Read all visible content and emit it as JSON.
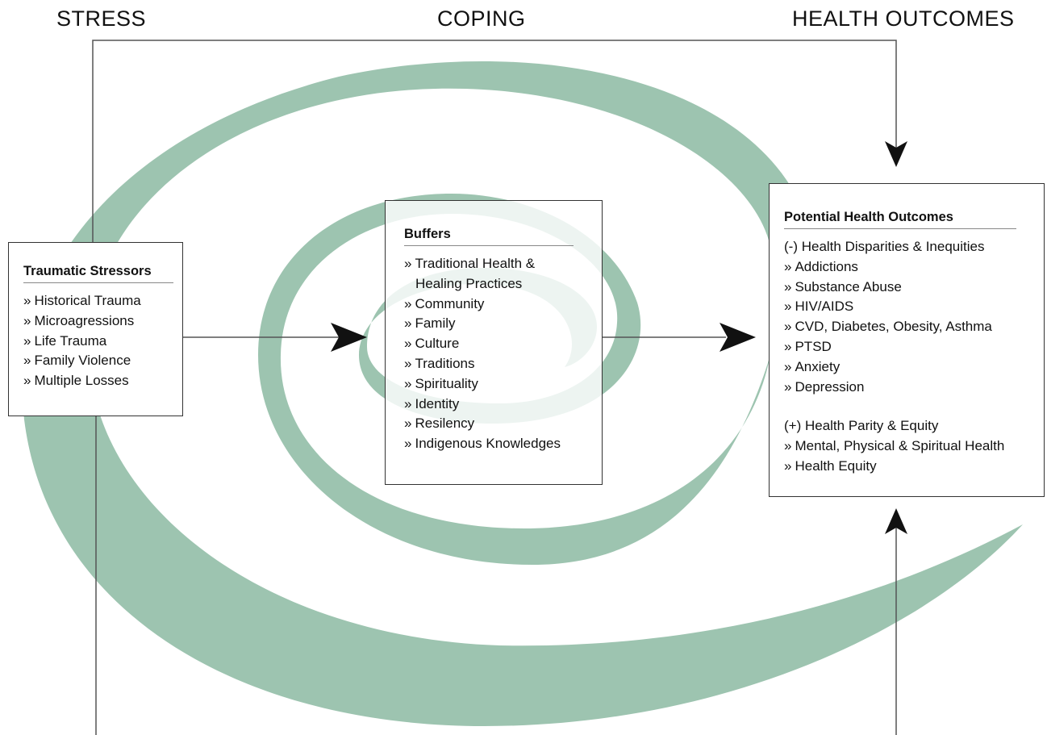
{
  "headers": {
    "stress": "STRESS",
    "coping": "COPING",
    "health_outcomes": "HEALTH OUTCOMES"
  },
  "colors": {
    "spiral": "#9dc4b0",
    "line": "#555555",
    "arrow": "#111111"
  },
  "stressors": {
    "title": "Traumatic Stressors",
    "items": [
      "Historical Trauma",
      "Microagressions",
      "Life Trauma",
      "Family Violence",
      "Multiple Losses"
    ]
  },
  "buffers": {
    "title": "Buffers",
    "items": [
      "Traditional Health &",
      "Healing Practices",
      "Community",
      "Family",
      "Culture",
      "Traditions",
      "Spirituality",
      "Identity",
      "Resilency",
      "Indigenous Knowledges"
    ]
  },
  "outcomes": {
    "title": "Potential Health Outcomes",
    "negative_heading": "(-) Health Disparities & Inequities",
    "negative_items": [
      "Addictions",
      "Substance Abuse",
      "HIV/AIDS",
      "CVD, Diabetes, Obesity, Asthma",
      "PTSD",
      "Anxiety",
      "Depression"
    ],
    "positive_heading": "(+) Health Parity & Equity",
    "positive_items": [
      "Mental, Physical & Spiritual Health",
      "Health Equity"
    ]
  },
  "bullet": "»"
}
